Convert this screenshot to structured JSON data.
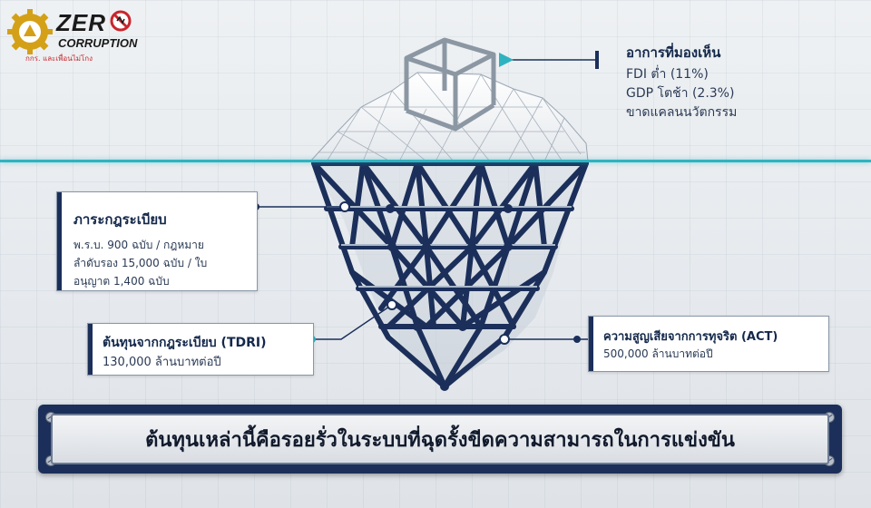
{
  "logo": {
    "zero": "ZER",
    "corruption": "CORRUPTION",
    "tagline": "กกร. และเพื่อนไม่โกง"
  },
  "tip": {
    "title": "อาการที่มองเห็น",
    "items": [
      "FDI ต่ำ (11%)",
      "GDP โตช้า (2.3%)",
      "ขาดแคลนนวัตกรรม"
    ]
  },
  "regulation": {
    "title": "ภาระกฎระเบียบ",
    "lines": [
      "พ.ร.บ. 900 ฉบับ / กฎหมาย",
      "ลำดับรอง 15,000 ฉบับ / ใบ",
      "อนุญาต 1,400 ฉบับ"
    ]
  },
  "tdri": {
    "title": "ต้นทุนจากกฎระเบียบ (TDRI)",
    "value": "130,000 ล้านบาทต่อปี"
  },
  "act": {
    "title": "ความสูญเสียจากการทุจริต (ACT)",
    "value": "500,000 ล้านบาทต่อปี"
  },
  "banner": {
    "text": "ต้นทุนเหล่านี้คือรอยรั่วในระบบที่ฉุดรั้งขีดความสามารถในการแข่งขัน"
  },
  "colors": {
    "navy": "#1b2f5a",
    "teal": "#2fb3c0",
    "logo_gold": "#d4a017",
    "logo_red": "#c8262c"
  }
}
